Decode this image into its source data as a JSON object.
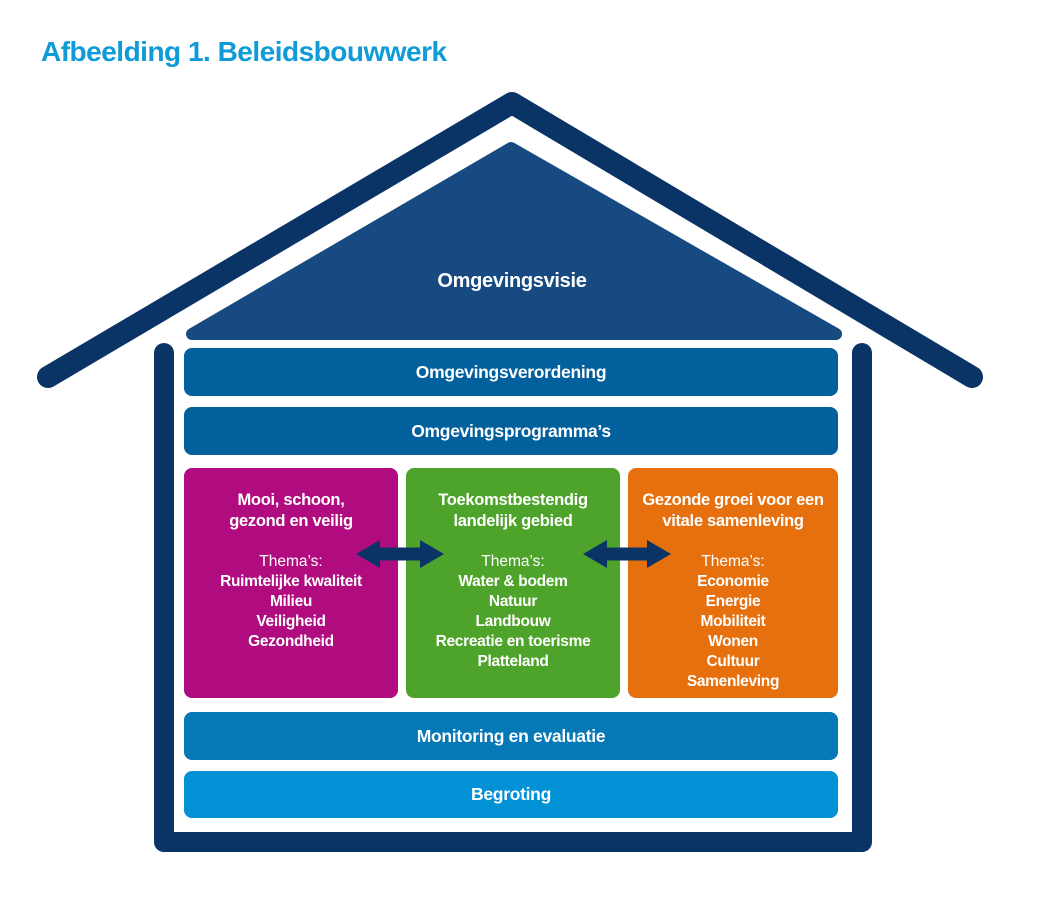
{
  "title": "Afbeelding 1. Beleidsbouwwerk",
  "roof": {
    "label": "Omgevingsvisie"
  },
  "bars": {
    "omgevingsverordening": "Omgevingsverordening",
    "omgevingsprogrammas": "Omgevingsprogramma’s",
    "monitoring": "Monitoring en evaluatie",
    "begroting": "Begroting"
  },
  "pillars": [
    {
      "title_lines": [
        "Mooi, schoon,",
        "gezond en veilig"
      ],
      "themes_label": "Thema’s:",
      "themes": [
        "Ruimtelijke kwaliteit",
        "Milieu",
        "Veiligheid",
        "Gezondheid"
      ],
      "color": "#B10C7F"
    },
    {
      "title_lines": [
        "Toekomstbestendig",
        "landelijk gebied"
      ],
      "themes_label": "Thema’s:",
      "themes": [
        "Water & bodem",
        "Natuur",
        "Landbouw",
        "Recreatie en toerisme",
        "Platteland"
      ],
      "color": "#4EA32B"
    },
    {
      "title_lines": [
        "Gezonde groei voor een",
        "vitale samenleving"
      ],
      "themes_label": "Thema’s:",
      "themes": [
        "Economie",
        "Energie",
        "Mobiliteit",
        "Wonen",
        "Cultuur",
        "Samenleving"
      ],
      "color": "#E7700E"
    }
  ],
  "icons": {
    "exchange_arrow": "left-right-double-arrow"
  },
  "colors": {
    "title_blue": "#0E9BD8",
    "navy_outline": "#0A3465",
    "roof_fill": "#164A80",
    "bar_dark_blue": "#02609D",
    "bar_medium_blue": "#0578B6",
    "bar_light_blue": "#0291D5",
    "pillar_magenta": "#B10C7F",
    "pillar_green": "#4EA32B",
    "pillar_orange": "#E7700E",
    "text_on_dark": "#FFFFFF"
  }
}
